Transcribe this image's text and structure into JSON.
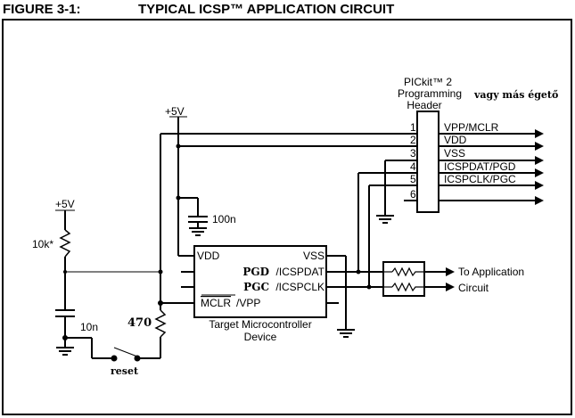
{
  "figure": {
    "number": "FIGURE 3-1:",
    "title": "TYPICAL ICSP™ APPLICATION CIRCUIT"
  },
  "header": {
    "label_lines": [
      "PICkit™ 2",
      "Programming",
      "Header"
    ],
    "annotation": "vagy más égető",
    "pins": [
      {
        "num": "1",
        "signal": "VPP/MCLR"
      },
      {
        "num": "2",
        "signal": "VDD"
      },
      {
        "num": "3",
        "signal": "VSS"
      },
      {
        "num": "4",
        "signal": "ICSPDAT/PGD"
      },
      {
        "num": "5",
        "signal": "ICSPCLK/PGC"
      },
      {
        "num": "6",
        "signal": ""
      }
    ]
  },
  "mcu": {
    "vdd": "VDD",
    "vss": "VSS",
    "pgd_bold": "PGD",
    "icspdat": "/ICSPDAT",
    "pgc_bold": "PGC",
    "icspclk": "/ICSPCLK",
    "mclr": "MCLR",
    "vpp": "/VPP",
    "caption_lines": [
      "Target Microcontroller",
      "Device"
    ]
  },
  "components": {
    "supply_top": "+5V",
    "supply_left": "+5V",
    "cap_decoupling": "100n",
    "resistor_pullup": "10k*",
    "cap_reset": "10n",
    "resistor_series": "470",
    "switch": "reset"
  },
  "application": {
    "label_lines": [
      "To Application",
      "Circuit"
    ]
  }
}
